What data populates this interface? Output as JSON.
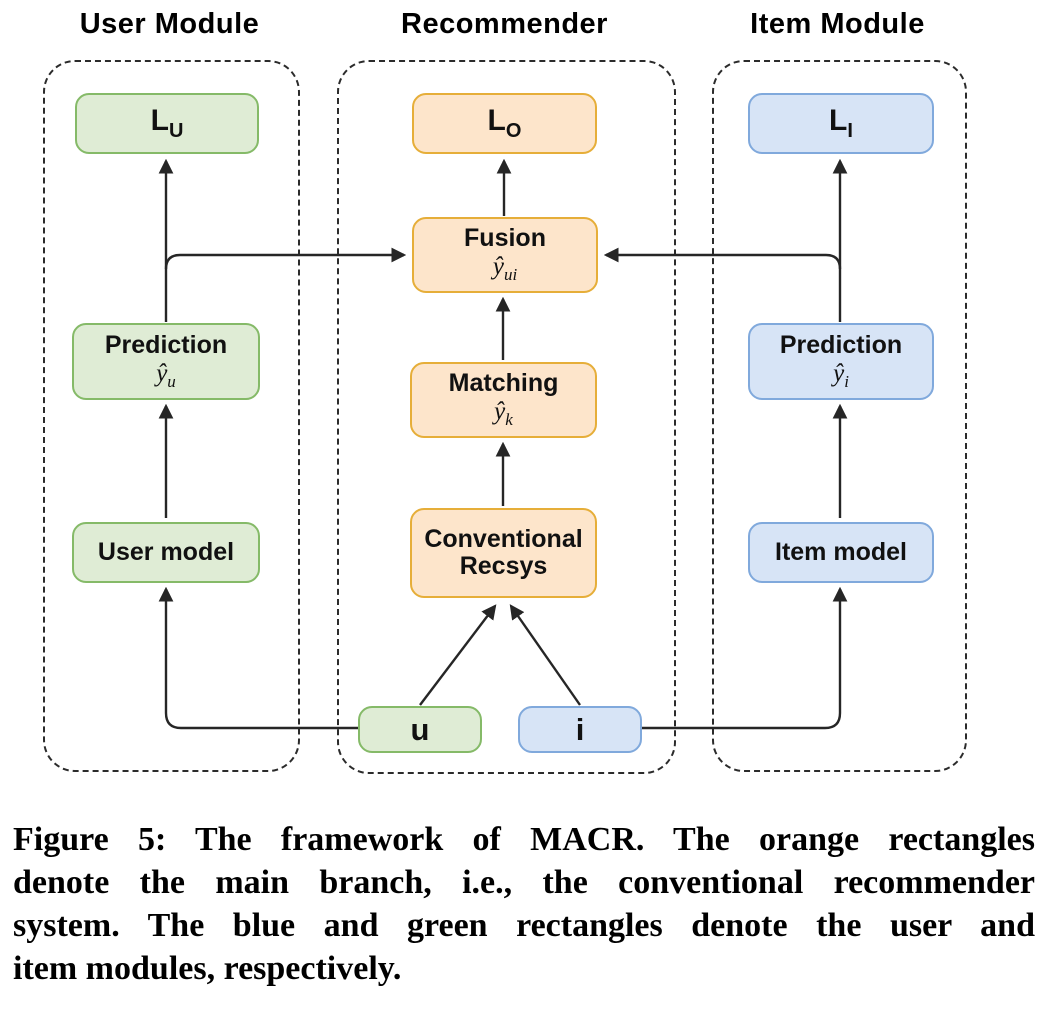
{
  "modules": {
    "user": {
      "title": "User Module"
    },
    "recommender": {
      "title": "Recommender"
    },
    "item": {
      "title": "Item Module"
    }
  },
  "nodes": {
    "loss_user": {
      "main": "L",
      "sub": "U"
    },
    "loss_rec": {
      "main": "L",
      "sub": "O"
    },
    "loss_item": {
      "main": "L",
      "sub": "I"
    },
    "prediction_user": {
      "label": "Prediction",
      "formula_main": "ŷ",
      "formula_sub": "u"
    },
    "fusion": {
      "label": "Fusion",
      "formula_main": "ŷ",
      "formula_sub": "ui"
    },
    "matching": {
      "label": "Matching",
      "formula_main": "ŷ",
      "formula_sub": "k"
    },
    "prediction_item": {
      "label": "Prediction",
      "formula_main": "ŷ",
      "formula_sub": "i"
    },
    "user_model": {
      "label": "User model"
    },
    "conventional_recsys": {
      "label": "Conventional Recsys"
    },
    "item_model": {
      "label": "Item model"
    },
    "input_user": {
      "label": "u"
    },
    "input_item": {
      "label": "i"
    }
  },
  "caption": {
    "lines": [
      "Figure 5: The framework of MACR. The orange rectangles",
      "denote the main branch, i.e., the conventional recommender",
      "system. The blue and green rectangles denote the user and",
      "item modules, respectively."
    ]
  },
  "colors": {
    "green_fill": "#dfecd5",
    "green_border": "#85ba68",
    "orange_fill": "#fde5cb",
    "orange_border": "#e6ae39",
    "blue_fill": "#d7e4f6",
    "blue_border": "#80a9dc",
    "edge": "#262626"
  }
}
